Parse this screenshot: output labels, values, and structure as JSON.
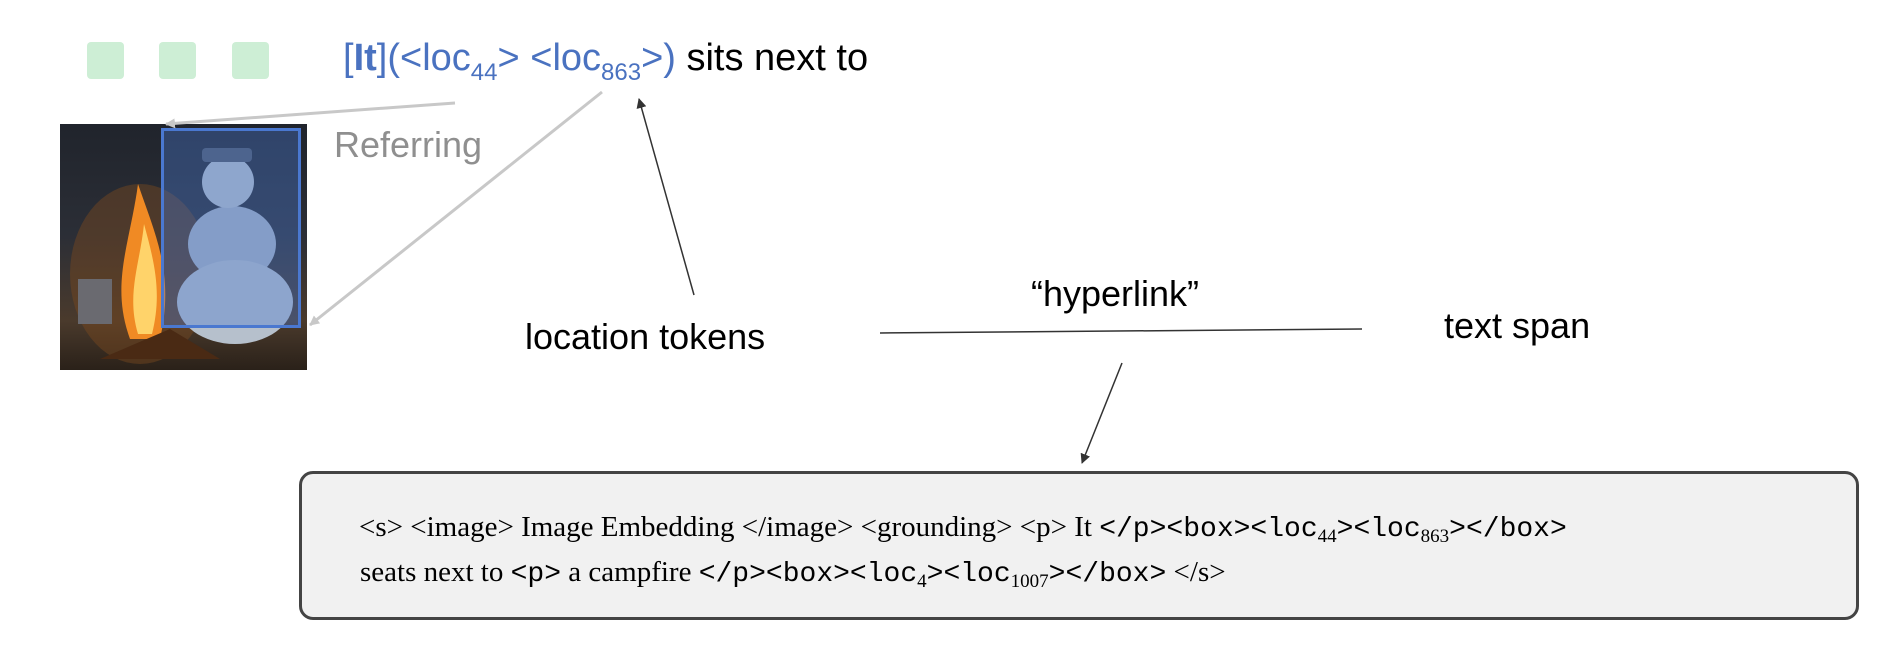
{
  "colors": {
    "token_square": "#cdeed5",
    "accent_blue": "#4a72c0",
    "bbox_blue": "#4a78d0",
    "arrow_gray": "#c8c8c8",
    "box_fill": "#f1f1f1"
  },
  "header": {
    "it": "It",
    "lb": "[",
    "rb": "]",
    "lp": "(<",
    "mid": "> <",
    "rp": ">)",
    "loc": "loc",
    "sub1": "44",
    "sub2": "863",
    "rest": " sits next to"
  },
  "labels": {
    "referring": "Referring",
    "location_tokens": "location tokens",
    "hyperlink": "“hyperlink”",
    "text_span": "text span"
  },
  "sequence": {
    "line1_a": "<s> <image> Image Embedding </image> <grounding> <p> It ",
    "line1_b": "</p><box><loc",
    "line1_sub1": "44",
    "line1_c": "><loc",
    "line1_sub2": "863",
    "line1_d": "></box>",
    "line2_a": "seats next to ",
    "line2_b": "<p>",
    "line2_c": " a campfire ",
    "line2_d": "</p><box><loc",
    "line2_sub1": "4",
    "line2_e": "><loc",
    "line2_sub2": "1007",
    "line2_f": "></box>",
    "line2_g": " </s>"
  },
  "image_icon": "campfire-snowman-photo"
}
